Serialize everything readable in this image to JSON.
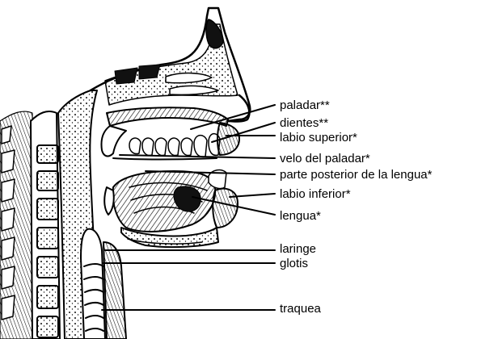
{
  "labels": {
    "paladar": "paladar**",
    "dientes": "dientes**",
    "labio_superior": "labio superior*",
    "velo_del_paladar": "velo del paladar*",
    "parte_posterior_lengua": "parte posterior de la lengua*",
    "labio_inferior": "labio inferior*",
    "lengua": "lengua*",
    "laringe": "laringe",
    "glotis": "glotis",
    "traquea": "traquea"
  }
}
